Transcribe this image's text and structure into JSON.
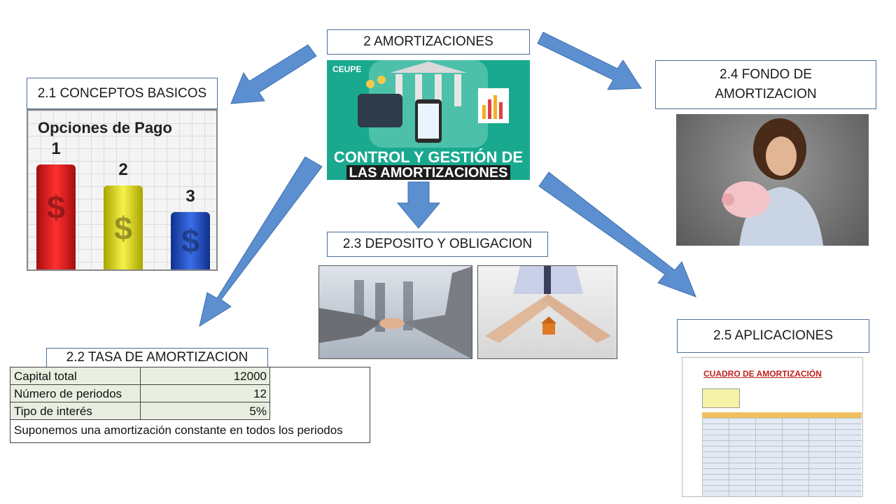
{
  "center": {
    "title": "2 AMORTIZACIONES",
    "brand": "CEUPE",
    "line1": "CONTROL Y GESTIÓN DE",
    "line2": "LAS AMORTIZACIONES"
  },
  "nodes": {
    "n21": "2.1 CONCEPTOS BASICOS",
    "n22": "2.2 TASA DE AMORTIZACION",
    "n23": "2.3 DEPOSITO Y OBLIGACION",
    "n24_l1": "2.4 FONDO DE",
    "n24_l2": "AMORTIZACION",
    "n25": "2.5 APLICACIONES"
  },
  "payment_chart": {
    "title": "Opciones de Pago",
    "labels": [
      "1",
      "2",
      "3"
    ],
    "symbol": "$"
  },
  "amort_table": {
    "rows": [
      {
        "label": "Capital total",
        "value": "12000"
      },
      {
        "label": "Número de periodos",
        "value": "12"
      },
      {
        "label": "Tipo de interés",
        "value": "5%"
      }
    ],
    "note": "Suponemos una amortización constante en todos los periodos"
  },
  "sheet": {
    "title": "CUADRO DE AMORTIZACIÓN"
  },
  "colors": {
    "arrow": "#5b8fcf",
    "border": "#4a6f9a",
    "teal": "#19a98f"
  }
}
